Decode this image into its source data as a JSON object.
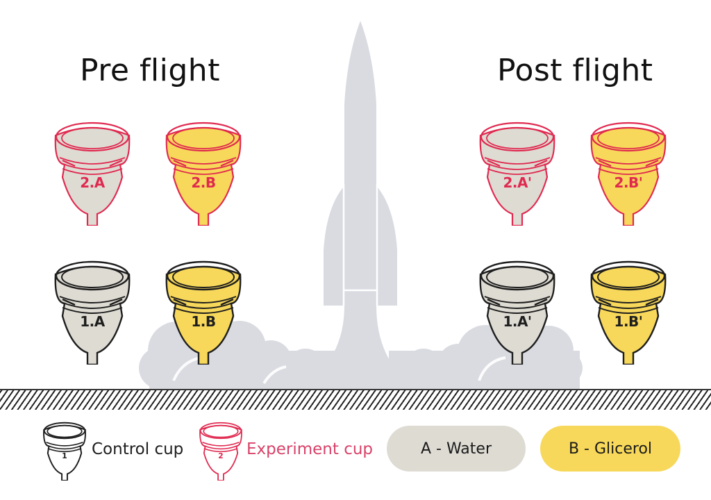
{
  "headings": {
    "pre": "Pre flight",
    "post": "Post flight"
  },
  "colors": {
    "water_fill": "#dedbd3",
    "glicerol_fill": "#f7d85a",
    "control_stroke": "#1e1e1e",
    "experiment_stroke": "#e0294f",
    "rocket": "#d9dbe1",
    "legend_experiment_text": "#d9436a"
  },
  "cups": {
    "pre": [
      {
        "label": "2.A",
        "type": "experiment",
        "liquid": "water"
      },
      {
        "label": "2.B",
        "type": "experiment",
        "liquid": "glicerol"
      },
      {
        "label": "1.A",
        "type": "control",
        "liquid": "water"
      },
      {
        "label": "1.B",
        "type": "control",
        "liquid": "glicerol"
      }
    ],
    "post": [
      {
        "label": "2.A'",
        "type": "experiment",
        "liquid": "water"
      },
      {
        "label": "2.B'",
        "type": "experiment",
        "liquid": "glicerol"
      },
      {
        "label": "1.A'",
        "type": "control",
        "liquid": "water"
      },
      {
        "label": "1.B'",
        "type": "control",
        "liquid": "glicerol"
      }
    ]
  },
  "legend": {
    "control": {
      "number": "1",
      "label": "Control cup"
    },
    "experiment": {
      "number": "2",
      "label": "Experiment cup"
    },
    "water": {
      "label": "A - Water"
    },
    "glicerol": {
      "label": "B - Glicerol"
    }
  },
  "icons": {
    "rocket": "rocket-icon",
    "smoke": "smoke-cloud-icon",
    "cup": "menstrual-cup-icon"
  }
}
